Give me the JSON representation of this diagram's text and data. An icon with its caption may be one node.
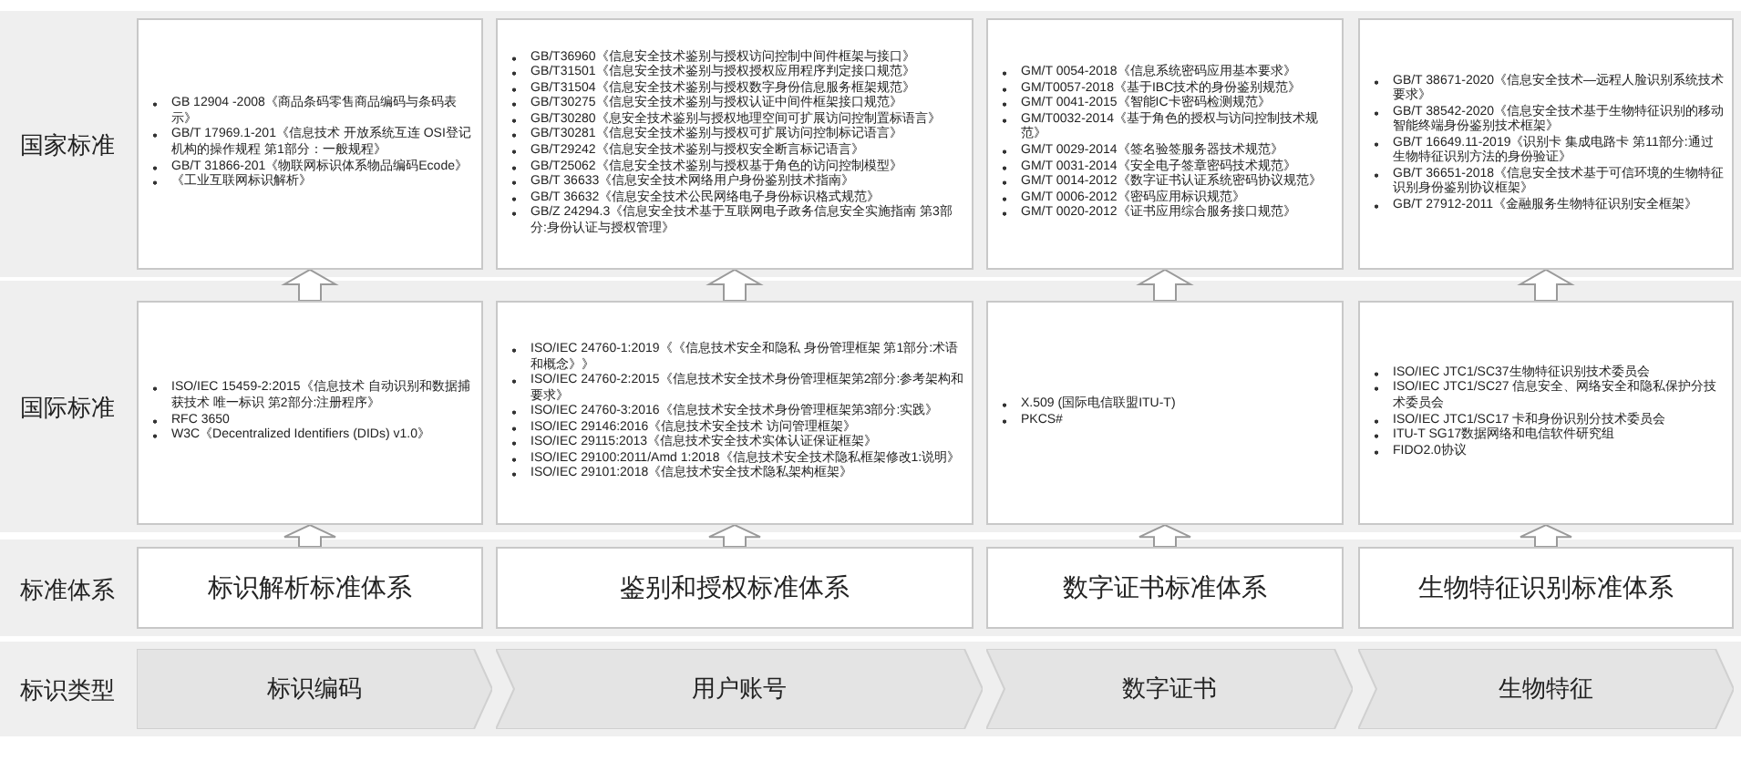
{
  "diagram": {
    "nodes": [
      {
        "text": [
          "GB 12904 -2008《商品条码零售商品编码与条码表示》",
          "GB/T 17969.1-201《信息技术 开放系统互连 OSI登记机构的操作规程 第1部分：一般规程》",
          "GB/T 31866-201《物联网标识体系物品编码Ecode》",
          "《工业互联网标识解析》"
        ]
      },
      {
        "text": [
          "GB/T36960《信息安全技术鉴别与授权访问控制中间件框架与接口》",
          "GB/T31501《信息安全技术鉴别与授权授权应用程序判定接口规范》",
          "GB/T31504《信息安全技术鉴别与授权数字身份信息服务框架规范》",
          "GB/T30275《信息安全技术鉴别与授权认证中间件框架接口规范》",
          "GB/T30280《息安全技术鉴别与授权地理空间可扩展访问控制置标语言》",
          "GB/T30281《信息安全技术鉴别与授权可扩展访问控制标记语言》",
          "GB/T29242《信息安全技术鉴别与授权安全断言标记语言》",
          "GB/T25062《信息安全技术鉴别与授权基于角色的访问控制模型》",
          "GB/T 36633《信息安全技术网络用户身份鉴别技术指南》",
          "GB/T 36632《信息安全技术公民网络电子身份标识格式规范》",
          "GB/Z 24294.3《信息安全技术基于互联网电子政务信息安全实施指南 第3部分:身份认证与授权管理》"
        ]
      },
      {
        "text": [
          "GM/T 0054-2018《信息系统密码应用基本要求》",
          "GM/T0057-2018《基于IBC技术的身份鉴别规范》",
          "GM/T 0041-2015《智能IC卡密码检测规范》",
          "GM/T0032-2014《基于角色的授权与访问控制技术规范》",
          "GM/T 0029-2014《签名验签服务器技术规范》",
          "GM/T 0031-2014《安全电子签章密码技术规范》",
          "GM/T 0014-2012《数字证书认证系统密码协议规范》",
          "GM/T 0006-2012《密码应用标识规范》",
          "GM/T 0020-2012《证书应用综合服务接口规范》"
        ]
      },
      {
        "text": [
          "GB/T 38671-2020《信息安全技术—远程人脸识别系统技术要求》",
          "GB/T 38542-2020《信息安全技术基于生物特征识别的移动智能终端身份鉴别技术框架》",
          "GB/T 16649.11-2019《识别卡 集成电路卡 第11部分:通过生物特征识别方法的身份验证》",
          "GB/T 36651-2018《信息安全技术基于可信环境的生物特征识别身份鉴别协议框架》",
          "GB/T 27912-2011《金融服务生物特征识别安全框架》"
        ]
      },
      {
        "text": [
          "ISO/IEC 15459-2:2015《信息技术 自动识别和数据捕获技术 唯一标识 第2部分:注册程序》",
          "RFC 3650",
          "W3C《Decentralized Identifiers (DIDs) v1.0》"
        ]
      },
      {
        "text": [
          "ISO/IEC 24760-1:2019《《信息技术安全和隐私 身份管理框架 第1部分:术语和概念》》",
          "ISO/IEC 24760-2:2015《信息技术安全技术身份管理框架第2部分:参考架构和要求》",
          "ISO/IEC 24760-3:2016《信息技术安全技术身份管理框架第3部分:实践》",
          "ISO/IEC 29146:2016《信息技术安全技术 访问管理框架》",
          "ISO/IEC 29115:2013《信息技术安全技术实体认证保证框架》",
          "ISO/IEC 29100:2011/Amd 1:2018《信息技术安全技术隐私框架修改1:说明》",
          "ISO/IEC 29101:2018《信息技术安全技术隐私架构框架》"
        ]
      },
      {
        "text": [
          "X.509 (国际电信联盟ITU-T)",
          "PKCS#"
        ]
      },
      {
        "text": [
          "ISO/IEC JTC1/SC37生物特征识别技术委员会",
          "ISO/IEC JTC1/SC27 信息安全、网络安全和隐私保护分技术委员会",
          "ISO/IEC JTC1/SC17 卡和身份识别分技术委员会",
          "ITU-T SG17数据网络和电信软件研究组",
          "FIDO2.0协议"
        ]
      },
      {
        "text": [
          "标识解析标准体系"
        ]
      },
      {
        "text": [
          "鉴别和授权标准体系"
        ]
      },
      {
        "text": [
          "数字证书标准体系"
        ]
      },
      {
        "text": [
          "生物特征识别标准体系"
        ]
      },
      {
        "text": [
          "标识编码"
        ]
      },
      {
        "text": [
          "用户账号"
        ]
      },
      {
        "text": [
          "数字证书"
        ]
      },
      {
        "text": [
          "生物特征"
        ]
      }
    ],
    "edges": [
      {
        "from": 4,
        "to": 0,
        "arrow": "to"
      },
      {
        "from": 5,
        "to": 1,
        "arrow": "to"
      },
      {
        "from": 6,
        "to": 2,
        "arrow": "to"
      },
      {
        "from": 7,
        "to": 3,
        "arrow": "to"
      },
      {
        "from": 8,
        "to": 4,
        "arrow": "to"
      },
      {
        "from": 9,
        "to": 5,
        "arrow": "to"
      },
      {
        "from": 10,
        "to": 6,
        "arrow": "to"
      },
      {
        "from": 11,
        "to": 7,
        "arrow": "to"
      }
    ],
    "labels": [
      "国家标准",
      "国际标准",
      "标准体系",
      "标识类型"
    ]
  }
}
